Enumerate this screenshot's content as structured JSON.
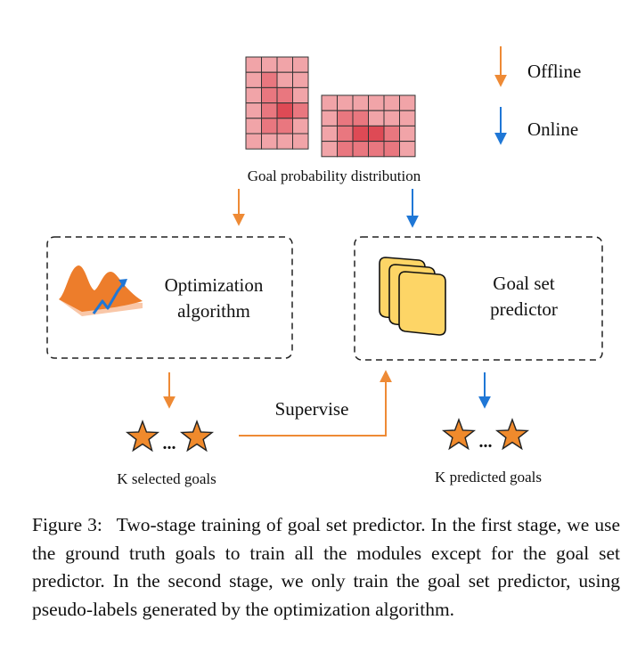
{
  "diagram": {
    "legend": {
      "offline": "Offline",
      "online": "Online"
    },
    "goal_distribution_label": "Goal probability distribution",
    "optimization": {
      "line1": "Optimization",
      "line2": "algorithm"
    },
    "predictor": {
      "line1": "Goal set",
      "line2": "predictor"
    },
    "supervise_label": "Supervise",
    "selected_goals": {
      "ellipsis": "...",
      "label": "K selected goals"
    },
    "predicted_goals": {
      "ellipsis": "...",
      "label": "K predicted goals"
    },
    "colors": {
      "offline": "#ee8a35",
      "online": "#1f77d6",
      "star": "#f08a2c",
      "cell_light": "#f1a4a8",
      "cell_mid": "#e9777f",
      "cell_dark": "#de4a55",
      "layer": "#fdd566"
    }
  },
  "caption": {
    "label": "Figure 3:",
    "text": "Two-stage training of goal set predictor. In the first stage, we use the ground truth goals to train all the modules except for the goal set predictor. In the second stage, we only train the goal set predictor, using pseudo-labels generated by the optimization algorithm."
  }
}
